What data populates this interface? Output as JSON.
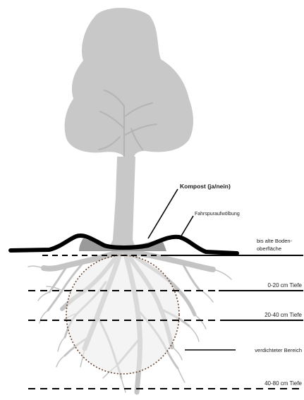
{
  "labels": {
    "compost": "Kompost (ja/nein)",
    "rut_bulge": "Fahrspuraufwölbung",
    "old_surface_line1": "bis alte Boden-",
    "old_surface_line2": "oberfläche",
    "depth_0_20": "0-20 cm Tiefe",
    "depth_20_40": "20-40 cm Tiefe",
    "compacted_zone": "verdichteter Bereich",
    "depth_40_80": "40-80 cm Tiefe"
  },
  "colors": {
    "tree": "#c8c8c8",
    "tree_branches": "#b4b4b4",
    "ground": "#000000",
    "soil_mound": "#9a9a9a",
    "compacted_fill": "#ebebeb",
    "compacted_outline": "#6b4a35",
    "depth_lines": "#000000"
  }
}
